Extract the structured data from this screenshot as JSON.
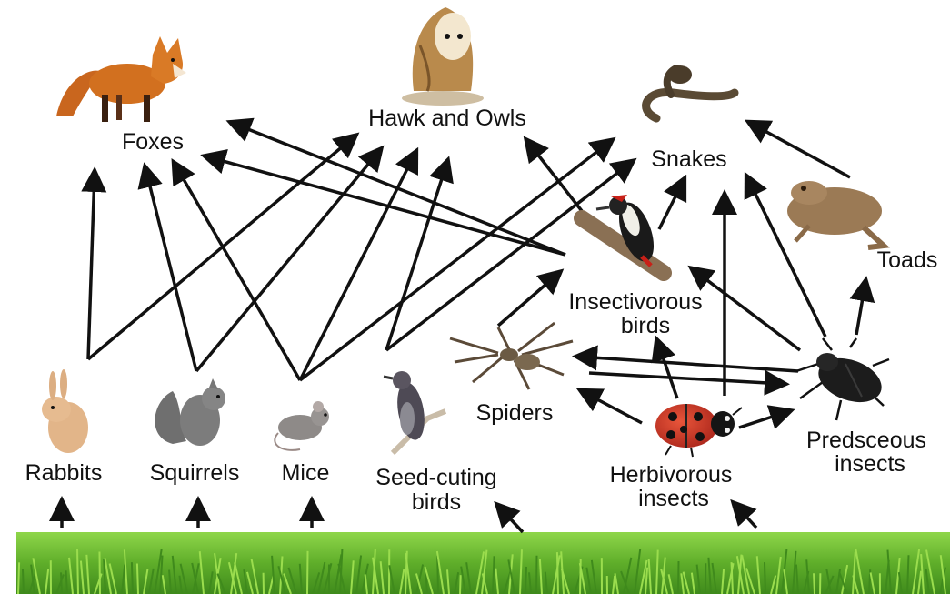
{
  "organisms": {
    "foxes": "Foxes",
    "hawk_owls": "Hawk and Owls",
    "snakes": "Snakes",
    "toads": "Toads",
    "insectivorous_birds": [
      "Insectivorous",
      "birds"
    ],
    "spiders": "Spiders",
    "predaceous_insects": [
      "Predsceous",
      "insects"
    ],
    "rabbits": "Rabbits",
    "squirrels": "Squirrels",
    "mice": "Mice",
    "seed_cutting_birds": [
      "Seed-cuting",
      "birds"
    ],
    "herbivorous_insects": [
      "Herbivorous",
      "insects"
    ]
  },
  "colors": {
    "arrow": "#111111",
    "grass": "#5fae2a",
    "grass_dark": "#3f8a1c",
    "grass_light": "#9bdd4e"
  }
}
